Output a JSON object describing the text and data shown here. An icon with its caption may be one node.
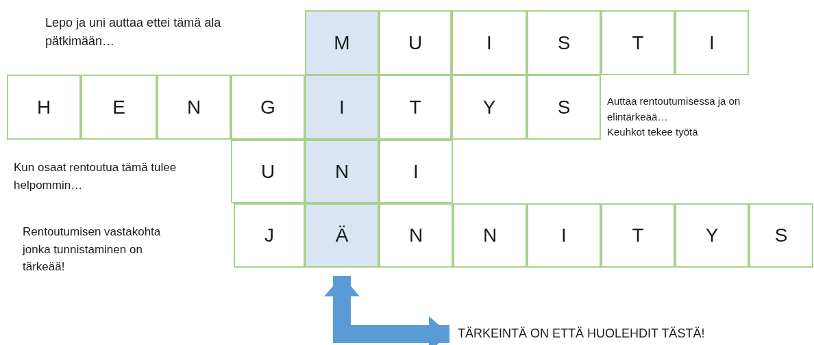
{
  "diagram": {
    "nodes": [
      {
        "text": [
          "M"
        ]
      },
      {
        "text": [
          "U"
        ]
      },
      {
        "text": [
          "I"
        ]
      },
      {
        "text": [
          "S"
        ]
      },
      {
        "text": [
          "T"
        ]
      },
      {
        "text": [
          "I"
        ]
      },
      {
        "text": [
          "H"
        ]
      },
      {
        "text": [
          "E"
        ]
      },
      {
        "text": [
          "N"
        ]
      },
      {
        "text": [
          "G"
        ]
      },
      {
        "text": [
          "I"
        ]
      },
      {
        "text": [
          "T"
        ]
      },
      {
        "text": [
          "Y"
        ]
      },
      {
        "text": [
          "S"
        ]
      },
      {
        "text": [
          "U"
        ]
      },
      {
        "text": [
          "N"
        ]
      },
      {
        "text": [
          "I"
        ]
      },
      {
        "text": [
          "J"
        ]
      },
      {
        "text": [
          "Ä"
        ]
      },
      {
        "text": [
          "N"
        ]
      },
      {
        "text": [
          "N"
        ]
      },
      {
        "text": [
          "I"
        ]
      },
      {
        "text": [
          "T"
        ]
      },
      {
        "text": [
          "Y"
        ]
      },
      {
        "text": [
          "S"
        ]
      },
      {
        "text": [
          "TÄRKEINTÄ ON ETTÄ HUOLEHDIT TÄSTÄ!"
        ]
      }
    ],
    "edges": [
      {
        "from": 18,
        "to": 25,
        "arrow": "both"
      }
    ],
    "labels": [
      "Lepo ja uni auttaa ettei tämä ala pätkimään…",
      "Auttaa rentoutumisessa ja on elintärkeää…",
      "Keuhkot tekee työtä",
      "Kun osaat rentoutua tämä tulee helpommin…",
      "Rentoutumisen vastakohta jonka tunnistaminen on tärkeää!"
    ]
  }
}
